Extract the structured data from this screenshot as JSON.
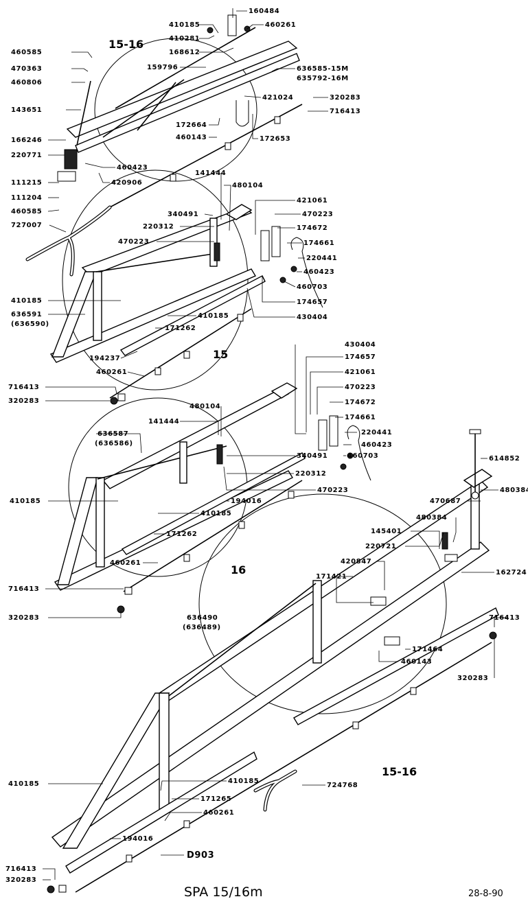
{
  "drawing": {
    "title": "SPA 15/16m",
    "date": "28-8-90"
  },
  "groups": {
    "top": "15-16",
    "sec15": "15",
    "sec16": "16",
    "bottom": "15-16"
  },
  "labels": {
    "p160484": "160484",
    "p410185_a": "410185",
    "p460261_a": "460261",
    "p410281": "410281",
    "p168612": "168612",
    "p460585_a": "460585",
    "p470363": "470363",
    "p460806": "460806",
    "p159796": "159796",
    "p636585": "636585-15M",
    "p635792": "635792-16M",
    "p143651": "143651",
    "p421024": "421024",
    "p320283_a": "320283",
    "p716413_a": "716413",
    "p172664": "172664",
    "p460143_a": "460143",
    "p172653": "172653",
    "p166246": "166246",
    "p220771": "220771",
    "p460423_a": "460423",
    "p420906": "420906",
    "p111215": "111215",
    "p111204": "111204",
    "p460585_b": "460585",
    "p727007": "727007",
    "p141444_a": "141444",
    "p480104_a": "480104",
    "p340491_a": "340491",
    "p421061_a": "421061",
    "p470223_a": "470223",
    "p220312_a": "220312",
    "p174672_a": "174672",
    "p470223_b": "470223",
    "p174661_a": "174661",
    "p220441_a": "220441",
    "p460423_b": "460423",
    "p460703_a": "460703",
    "p174657_a": "174657",
    "p410185_b": "410185",
    "p636591": "636591",
    "p636590": "(636590)",
    "p410185_c": "410185",
    "p430404_a": "430404",
    "p171262_a": "171262",
    "p194237": "194237",
    "p460261_b": "460261",
    "p716413_b": "716413",
    "p320283_b": "320283",
    "p430404_b": "430404",
    "p174657_b": "174657",
    "p421061_b": "421061",
    "p470223_c": "470223",
    "p480104_b": "480104",
    "p174672_b": "174672",
    "p141444_b": "141444",
    "p174661_b": "174661",
    "p636587": "636587",
    "p636586": "(636586)",
    "p220441_b": "220441",
    "p460423_c": "460423",
    "p460703_b": "460703",
    "p340491_b": "340491",
    "p614852": "614852",
    "p220312_b": "220312",
    "p470223_d": "470223",
    "p410185_d": "410185",
    "p194016_a": "194016",
    "p470687": "470687",
    "p480384_a": "480384",
    "p410185_e": "410185",
    "p171262_b": "171262",
    "p480384_b": "480384",
    "p145401": "145401",
    "p460261_c": "460261",
    "p220721": "220721",
    "p420847": "420847",
    "p716413_c": "716413",
    "p162724": "162724",
    "p171421": "171421",
    "p320283_c": "320283",
    "p636490": "636490",
    "p636489": "(636489)",
    "p716413_d": "716413",
    "p171464": "171464",
    "p460143_b": "460143",
    "p320283_d": "320283",
    "p410185_f": "410185",
    "p410185_g": "410185",
    "p724768": "724768",
    "p171265": "171265",
    "p460261_d": "460261",
    "p194016_b": "194016",
    "pD903": "D903",
    "p716413_e": "716413",
    "p320283_e": "320283"
  }
}
